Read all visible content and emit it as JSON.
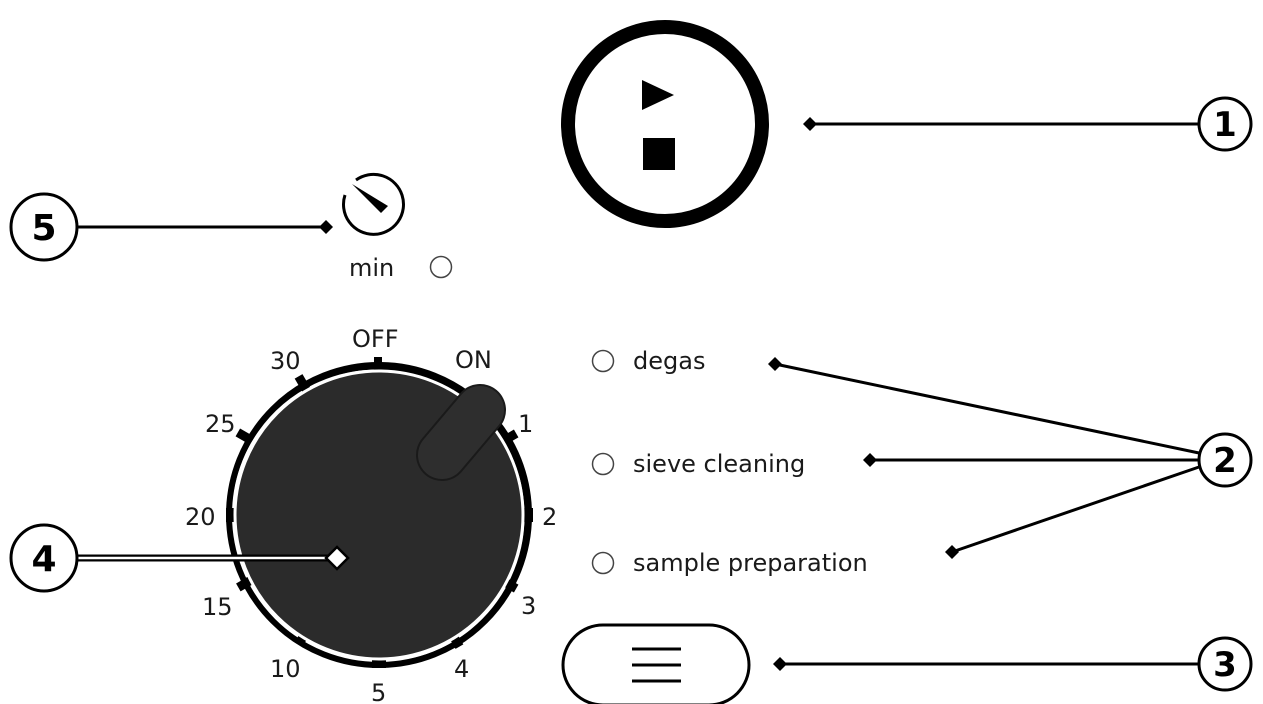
{
  "panel": {
    "timer": {
      "unit_label": "min"
    },
    "dial": {
      "off_label": "OFF",
      "on_label": "ON",
      "scale_labels": [
        "30",
        "25",
        "20",
        "15",
        "10",
        "5",
        "4",
        "3",
        "2",
        "1"
      ]
    },
    "modes": [
      {
        "label": "degas"
      },
      {
        "label": "sieve cleaning"
      },
      {
        "label": "sample preparation"
      }
    ]
  },
  "callouts": [
    "1",
    "2",
    "3",
    "4",
    "5"
  ],
  "colors": {
    "ink": "#1a1a1a",
    "knob": "#2b2b2b",
    "background": "#ffffff"
  },
  "icons": {
    "start_stop": "play-stop-icon",
    "timer": "stopwatch-icon",
    "menu": "hamburger-menu-icon"
  }
}
